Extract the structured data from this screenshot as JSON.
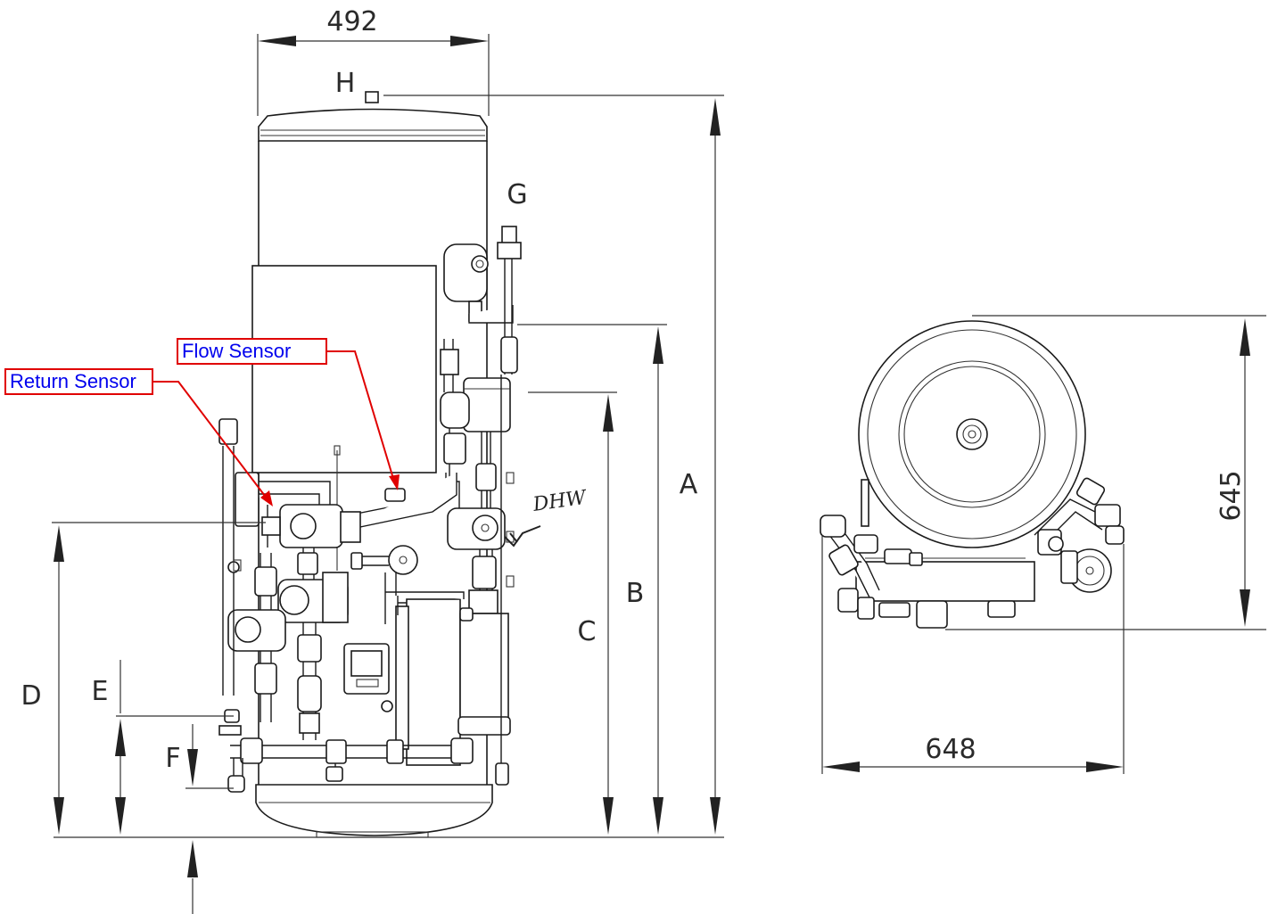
{
  "dimensions": {
    "width_top": "492",
    "width_plan": "648",
    "depth_plan": "645"
  },
  "reference_letters": {
    "h": "H",
    "g": "G",
    "a": "A",
    "b": "B",
    "c": "C",
    "d": "D",
    "e": "E",
    "f": "F"
  },
  "callouts": {
    "flow_sensor": "Flow Sensor",
    "return_sensor": "Return Sensor"
  },
  "annotations": {
    "handwritten": "DHW"
  },
  "colors": {
    "callout_border": "#e00000",
    "callout_text": "#0000ee",
    "line": "#1a1a1a"
  }
}
